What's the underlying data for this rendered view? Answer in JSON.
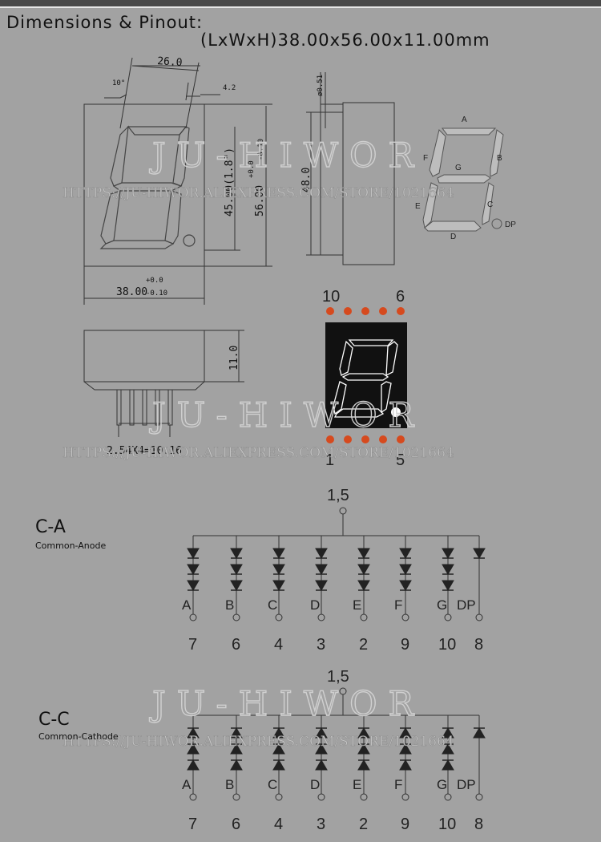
{
  "header": {
    "title": "Dimensions & Pinout:",
    "dimensions": "(LxWxH)38.00x56.00x11.00mm"
  },
  "front_view": {
    "dim_width_top": "26.0",
    "dim_angle": "10°",
    "dim_offset": "4.2",
    "dim_digit_height": "45.00(1.8\")",
    "dim_height": "56.00",
    "dim_height_tol_plus": "+0.0",
    "dim_height_tol_minus": "-0.10",
    "dim_width": "38.00",
    "dim_width_tol_plus": "+0.0",
    "dim_width_tol_minus": "-0.10"
  },
  "side_view": {
    "dim_pin": "ø0.51",
    "dim_height": "48.0"
  },
  "bottom_view": {
    "dim_depth": "11.0",
    "dim_pitch": "2.54X4=10.16"
  },
  "segment_diagram": {
    "labels": [
      "A",
      "B",
      "C",
      "D",
      "E",
      "F",
      "G",
      "DP"
    ]
  },
  "pinout_display": {
    "top_left": "10",
    "top_right": "6",
    "bottom_left": "1",
    "bottom_right": "5",
    "colors": {
      "pin": "#d64a1e",
      "body": "#111111",
      "segment": "#ffffff"
    }
  },
  "common_anode": {
    "title": "C-A",
    "subtitle": "Common-Anode",
    "common_pins": "1,5",
    "segments": [
      "A",
      "B",
      "C",
      "D",
      "E",
      "F",
      "G",
      "DP"
    ],
    "pins": [
      "7",
      "6",
      "4",
      "3",
      "2",
      "9",
      "10",
      "8"
    ]
  },
  "common_cathode": {
    "title": "C-C",
    "subtitle": "Common-Cathode",
    "common_pins": "1,5",
    "segments": [
      "A",
      "B",
      "C",
      "D",
      "E",
      "F",
      "G",
      "DP"
    ],
    "pins": [
      "7",
      "6",
      "4",
      "3",
      "2",
      "9",
      "10",
      "8"
    ]
  },
  "watermark": {
    "brand": "JU-HIWOR",
    "url": "HTTPS://JU-HIWOR.ALIEXPRESS.COM/STORE/1021664"
  }
}
